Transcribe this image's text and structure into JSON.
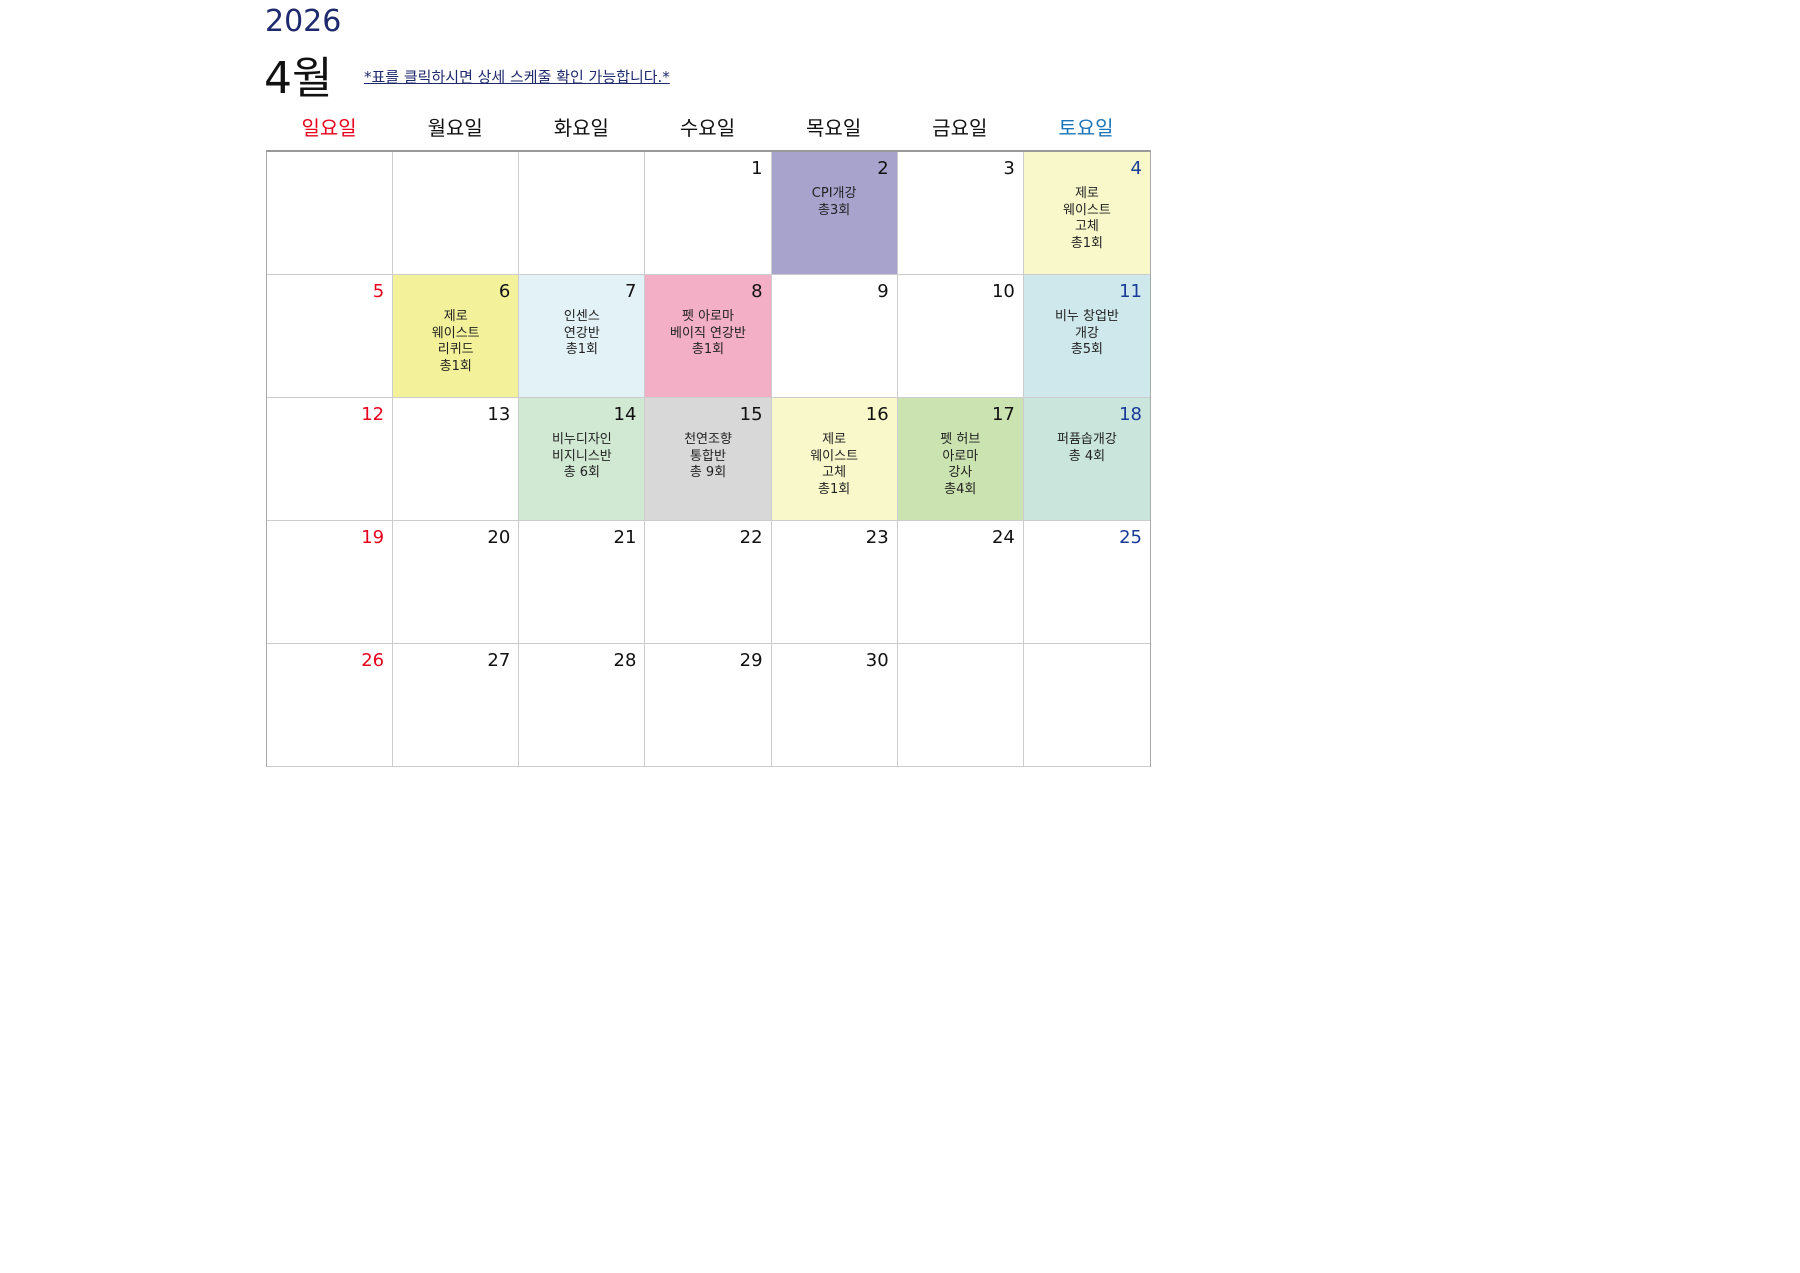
{
  "header": {
    "year": "2026",
    "month": "4월",
    "note": "*표를 클릭하시면 상세 스케줄 확인 가능합니다.*"
  },
  "weekdays": [
    "일요일",
    "월요일",
    "화요일",
    "수요일",
    "목요일",
    "금요일",
    "토요일"
  ],
  "colors": {
    "sunday": "#e8001c",
    "saturday_header": "#1b75bb",
    "saturday_number": "#1a3a9a"
  },
  "days": [
    {
      "n": "",
      "t": ""
    },
    {
      "n": "",
      "t": ""
    },
    {
      "n": "",
      "t": ""
    },
    {
      "n": "1",
      "t": ""
    },
    {
      "n": "2",
      "t": "CPI개강\n총3회",
      "c": "#a8a3cd"
    },
    {
      "n": "3",
      "t": ""
    },
    {
      "n": "4",
      "t": "제로\n웨이스트\n고체\n총1회",
      "c": "#f8f8cb"
    },
    {
      "n": "5",
      "t": ""
    },
    {
      "n": "6",
      "t": "제로\n웨이스트\n리퀴드\n총1회",
      "c": "#f3f29a"
    },
    {
      "n": "7",
      "t": "인센스\n연강반\n총1회",
      "c": "#e2f2f7"
    },
    {
      "n": "8",
      "t": "펫 아로마\n베이직 연강반\n총1회",
      "c": "#f2afc6"
    },
    {
      "n": "9",
      "t": ""
    },
    {
      "n": "10",
      "t": ""
    },
    {
      "n": "11",
      "t": "비누 창업반\n개강\n총5회",
      "c": "#cfe8ec"
    },
    {
      "n": "12",
      "t": ""
    },
    {
      "n": "13",
      "t": ""
    },
    {
      "n": "14",
      "t": "비누디자인\n비지니스반\n총 6회",
      "c": "#d1e8d3"
    },
    {
      "n": "15",
      "t": "천연조향\n통합반\n총 9회",
      "c": "#d8d8d8"
    },
    {
      "n": "16",
      "t": "제로\n웨이스트\n고체\n총1회",
      "c": "#f8f8cb"
    },
    {
      "n": "17",
      "t": "펫 허브\n아로마\n강사\n총4회",
      "c": "#cbe3b1"
    },
    {
      "n": "18",
      "t": "퍼퓸솝개강\n총 4회",
      "c": "#c9e5dc"
    },
    {
      "n": "19",
      "t": ""
    },
    {
      "n": "20",
      "t": ""
    },
    {
      "n": "21",
      "t": ""
    },
    {
      "n": "22",
      "t": ""
    },
    {
      "n": "23",
      "t": ""
    },
    {
      "n": "24",
      "t": ""
    },
    {
      "n": "25",
      "t": ""
    },
    {
      "n": "26",
      "t": ""
    },
    {
      "n": "27",
      "t": ""
    },
    {
      "n": "28",
      "t": ""
    },
    {
      "n": "29",
      "t": ""
    },
    {
      "n": "30",
      "t": ""
    },
    {
      "n": "",
      "t": ""
    },
    {
      "n": "",
      "t": ""
    }
  ]
}
